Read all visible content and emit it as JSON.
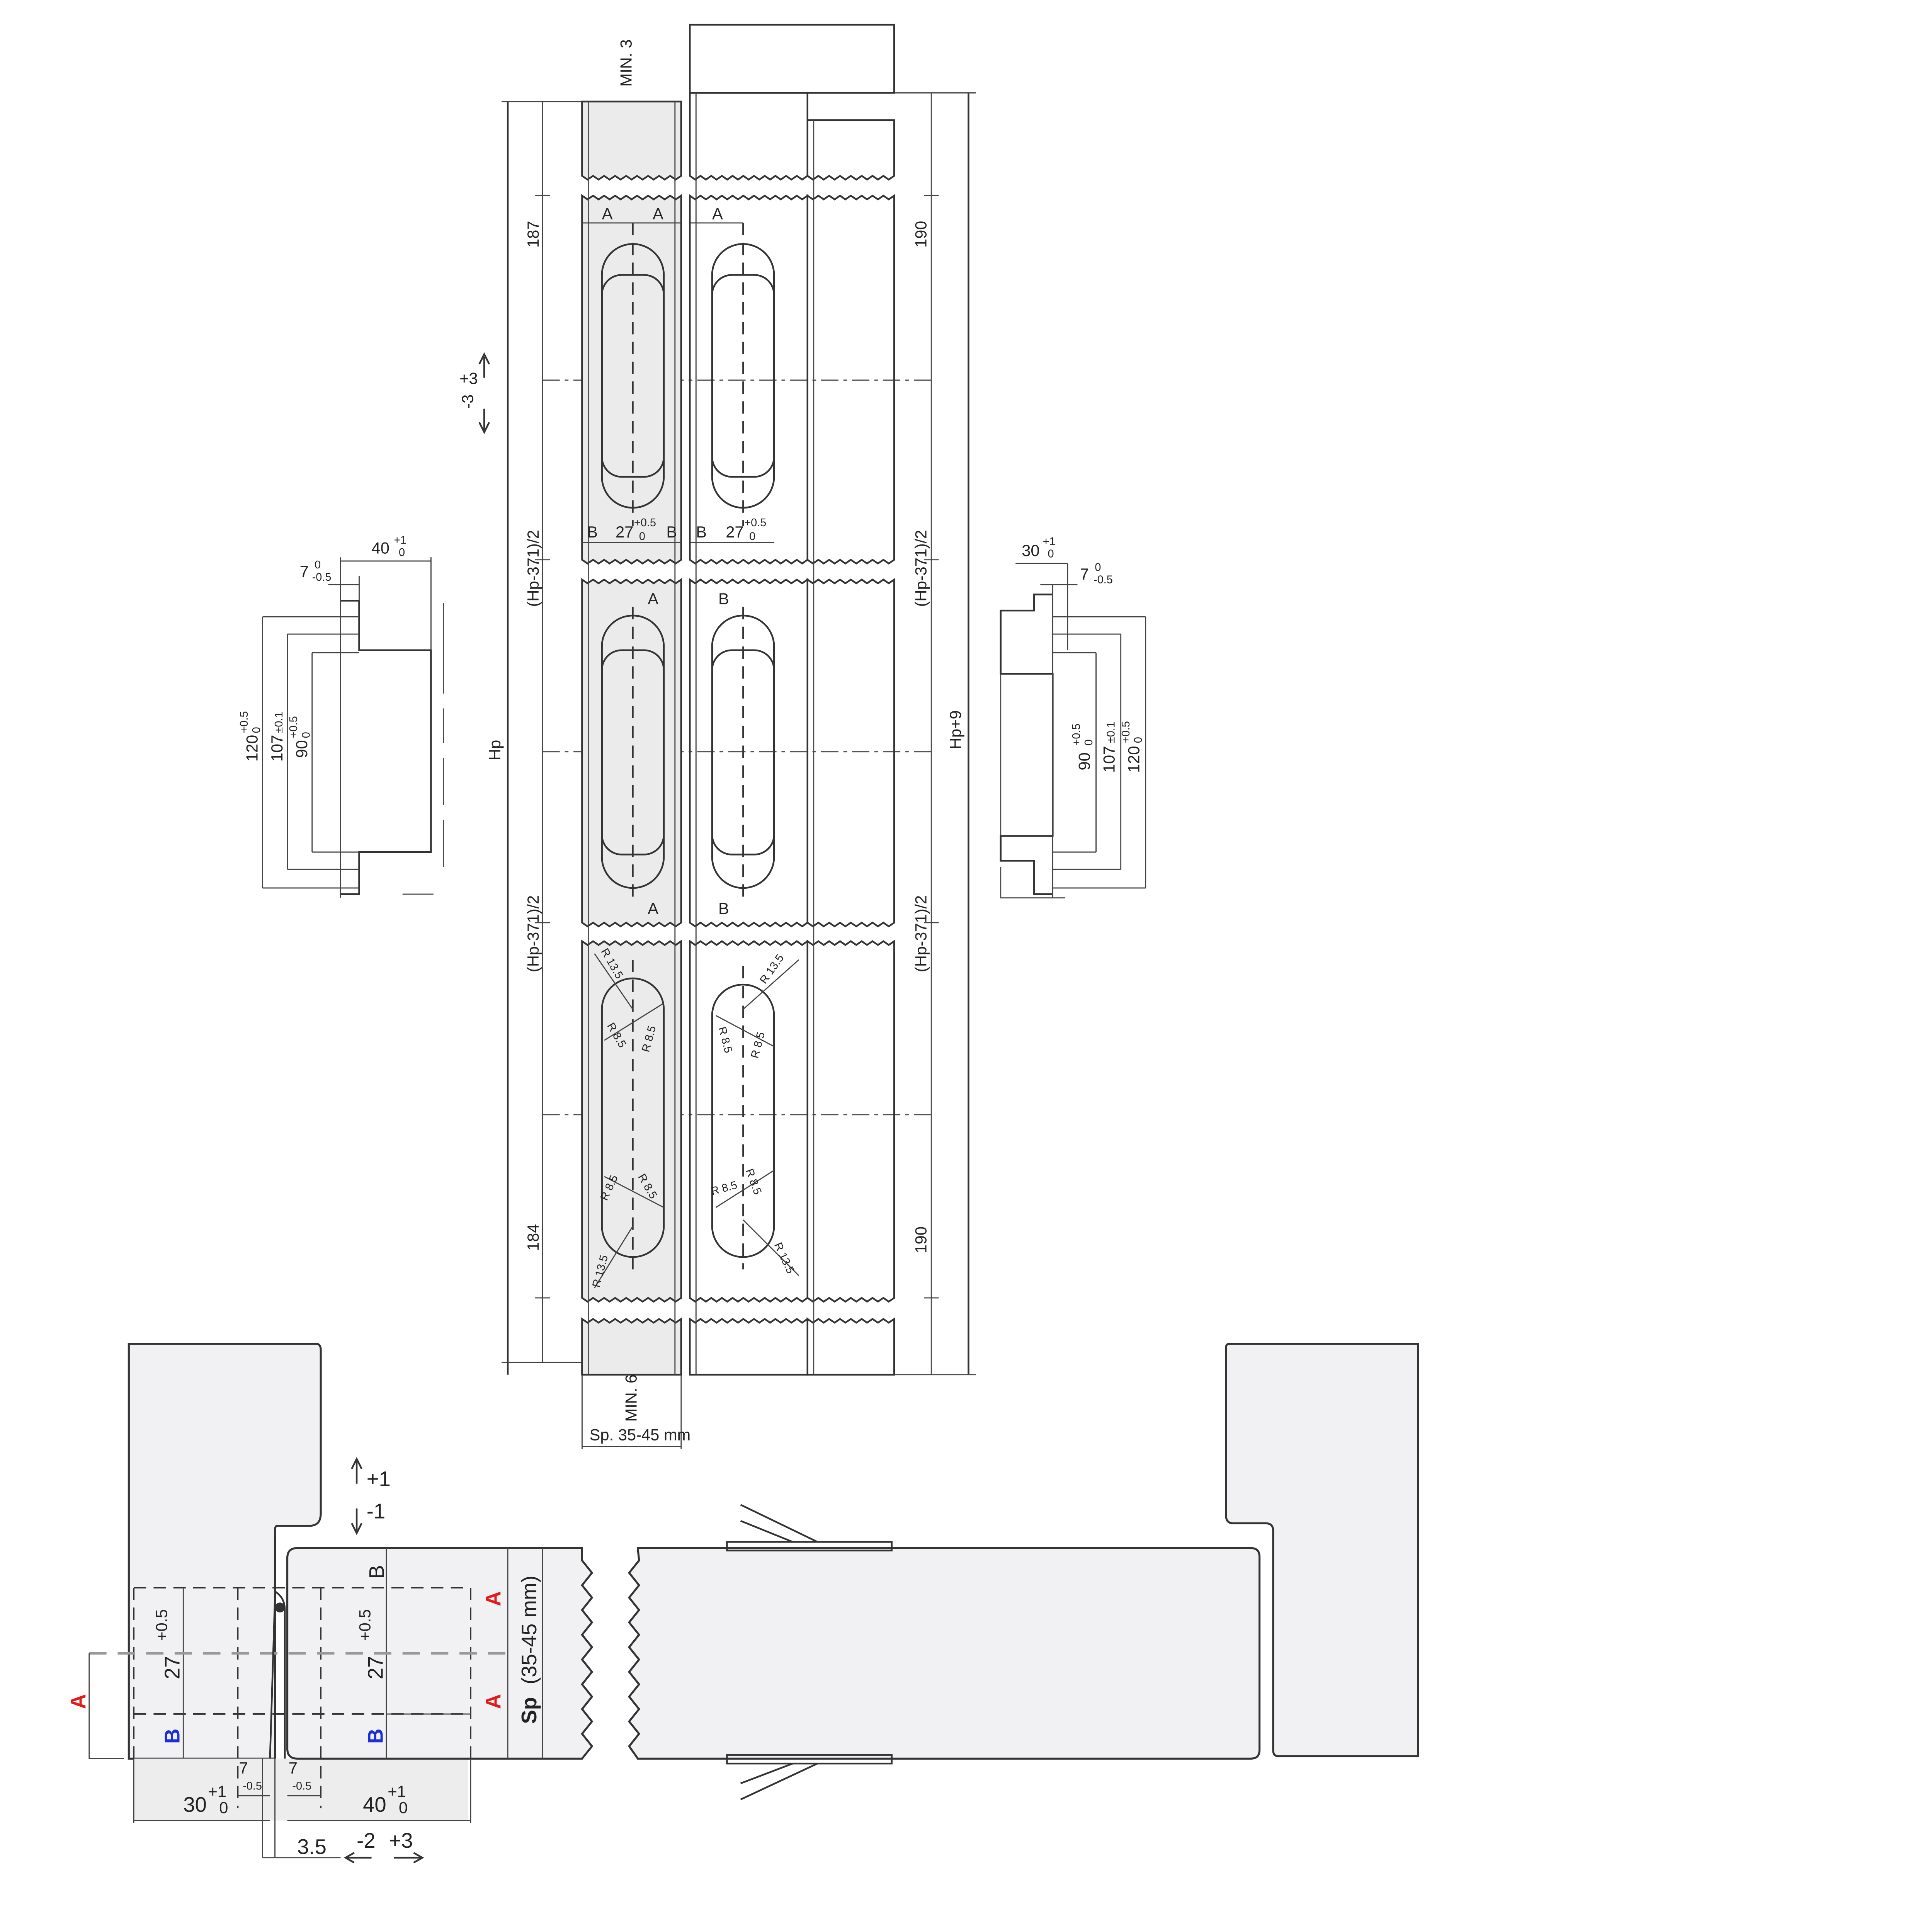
{
  "drawing": {
    "elevation": {
      "min_top": "MIN. 3",
      "min_bottom": "MIN. 6",
      "thickness": "Sp. 35-45 mm",
      "left_dims": {
        "top": "187",
        "mid1": "(Hp-371)/2",
        "mid2": "(Hp-371)/2",
        "bottom": "184",
        "overall": "Hp"
      },
      "right_dims": {
        "top": "190",
        "mid1": "(Hp-371)/2",
        "mid2": "(Hp-371)/2",
        "bottom": "190",
        "overall": "Hp+9"
      },
      "vertical_adjust": {
        "plus": "+3",
        "minus": "-3"
      },
      "slot_marks": {
        "a": "A",
        "b": "B",
        "width": "27",
        "tol_upper": "+0.5",
        "tol_lower": "0"
      },
      "radii": {
        "large": "R 13.5",
        "small": "R 8.5"
      }
    },
    "left_section": {
      "width": "40",
      "width_tol": "+1",
      "width_tol2": "0",
      "offset": "7",
      "offset_tol1": "0",
      "offset_tol2": "-0.5",
      "h1": "120",
      "h1_tol": "+0.5",
      "h1_tol2": "0",
      "h2": "107",
      "h2_tol": "±0.1",
      "h3": "90",
      "h3_tol": "+0.5",
      "h3_tol2": "0"
    },
    "right_section": {
      "width": "30",
      "width_tol": "+1",
      "width_tol2": "0",
      "offset": "7",
      "offset_tol1": "0",
      "offset_tol2": "-0.5",
      "h1": "120",
      "h1_tol": "+0.5",
      "h1_tol2": "0",
      "h2": "107",
      "h2_tol": "±0.1",
      "h3": "90",
      "h3_tol": "+0.5",
      "h3_tol2": "0"
    },
    "plan": {
      "adjust_plus": "+1",
      "adjust_minus": "-1",
      "frame_depth": "30",
      "leaf_depth": "40",
      "tol_plus1": "+1",
      "tol_0": "0",
      "offset": "7",
      "offset_tol": "-0.5",
      "slot": "27",
      "slot_tol": "+0.5",
      "gap": "3.5",
      "lateral_minus": "-2",
      "lateral_plus": "+3",
      "label_a": "A",
      "label_b": "B",
      "sp_bold": "Sp",
      "sp_range": "(35-45 mm)"
    },
    "colors": {
      "label_a": "#e31a1a",
      "label_b": "#1a2fd6"
    }
  }
}
